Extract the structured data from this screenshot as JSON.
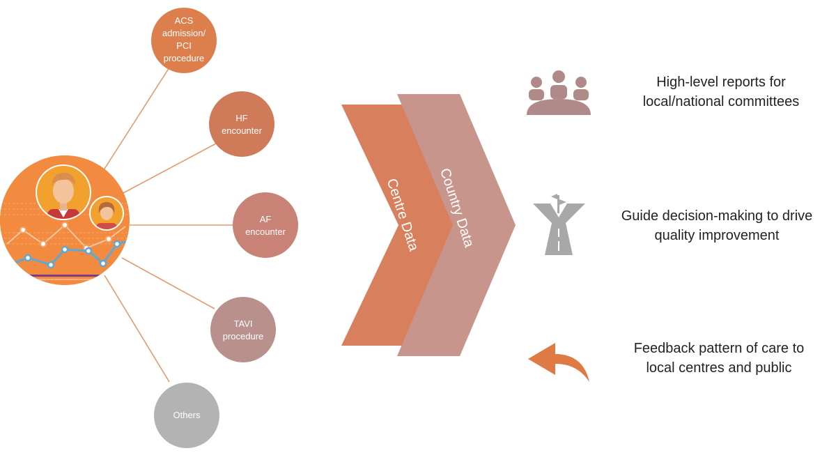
{
  "hub": {
    "icon": "registry-hub-icon"
  },
  "nodes": [
    {
      "lines": [
        "ACS",
        "admission/",
        "PCI",
        "procedure"
      ],
      "color": "#dd7f4c"
    },
    {
      "lines": [
        "HF",
        "encounter"
      ],
      "color": "#cf7a59"
    },
    {
      "lines": [
        "AF",
        "encounter"
      ],
      "color": "#c98276"
    },
    {
      "lines": [
        "TAVI",
        "procedure"
      ],
      "color": "#b9918c"
    },
    {
      "lines": [
        "Others"
      ],
      "color": "#b3b3b3"
    }
  ],
  "chevrons": [
    {
      "label": "Centre Data",
      "color": "#d87f5e"
    },
    {
      "label": "Country Data",
      "color": "#c8958c"
    }
  ],
  "outputs": [
    {
      "icon": "committee-meeting-icon",
      "lines": [
        "High-level reports for",
        "local/national committees"
      ],
      "color": "#b08a88"
    },
    {
      "icon": "road-signpost-icon",
      "lines": [
        "Guide decision-making to drive",
        "quality improvement"
      ],
      "color": "#a8a8a8"
    },
    {
      "icon": "feedback-arrow-icon",
      "lines": [
        "Feedback pattern of care to",
        "local centres and public"
      ],
      "color": "#e07a45"
    }
  ]
}
